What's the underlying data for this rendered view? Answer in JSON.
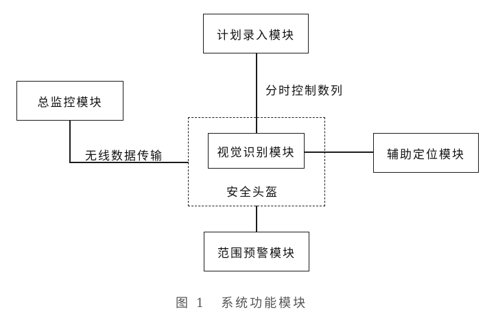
{
  "diagram": {
    "nodes": {
      "plan_entry": "计划录入模块",
      "master_monitor": "总监控模块",
      "visual_recognition": "视觉识别模块",
      "aux_positioning": "辅助定位模块",
      "range_warning": "范围预警模块"
    },
    "group_label": "安全头盔",
    "edge_labels": {
      "plan_to_visual": "分时控制数列",
      "monitor_to_helmet": "无线数据传输"
    }
  },
  "caption": {
    "number": "图 1",
    "title": "系统功能模块"
  }
}
